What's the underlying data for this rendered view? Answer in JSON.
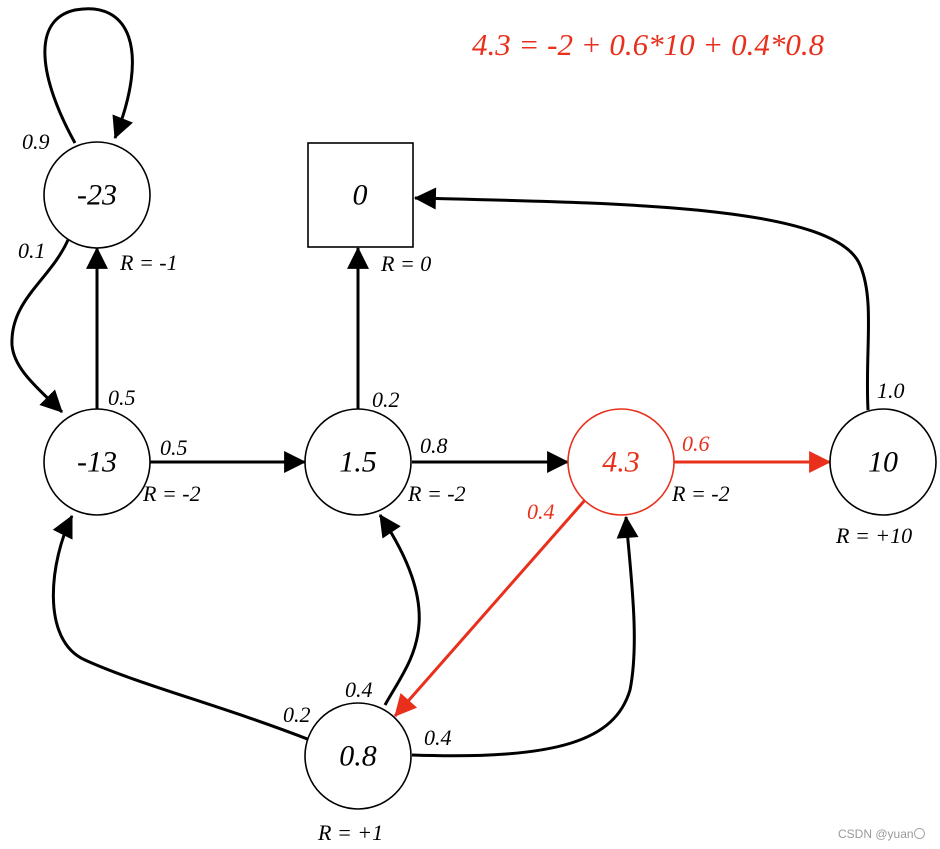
{
  "equation": "4.3 = -2 + 0.6*10 + 0.4*0.8",
  "watermark": "CSDN @yuan〇",
  "colors": {
    "default": "#000000",
    "highlight": "#e8301c"
  },
  "nodes": {
    "n23": {
      "value": "-23",
      "reward": "R = -1"
    },
    "n13": {
      "value": "-13",
      "reward": "R = -2"
    },
    "n0": {
      "value": "0",
      "reward": "R = 0"
    },
    "n15": {
      "value": "1.5",
      "reward": "R = -2"
    },
    "n43": {
      "value": "4.3",
      "reward": "R = -2"
    },
    "n10": {
      "value": "10",
      "reward": "R = +10"
    },
    "n08": {
      "value": "0.8",
      "reward": "R = +1"
    }
  },
  "edges": {
    "self_23": "0.9",
    "e23_13": "0.1",
    "e13_23": "0.5",
    "e13_15": "0.5",
    "e15_0": "0.2",
    "e15_43": "0.8",
    "e43_10": "0.6",
    "e43_08": "0.4",
    "e10_0": "1.0",
    "e08_13": "0.2",
    "e08_15": "0.4",
    "e08_43": "0.4"
  }
}
